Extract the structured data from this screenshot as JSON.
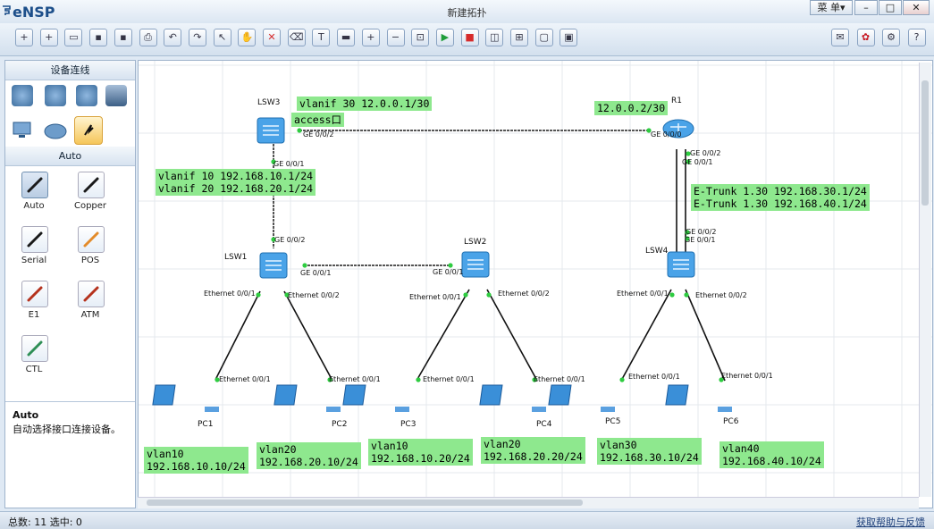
{
  "window": {
    "app_name": "eNSP",
    "title": "新建拓扑",
    "menu_label": "菜 单▾",
    "btn_min": "–",
    "btn_max": "□",
    "btn_close": "✕"
  },
  "toolbar": {
    "icons": [
      "new-topology",
      "new-template",
      "open",
      "save",
      "save-as",
      "print",
      "undo",
      "redo",
      "select",
      "pan",
      "delete",
      "delete-links",
      "text",
      "palette",
      "zoom-in",
      "zoom-out",
      "fit",
      "start",
      "stop",
      "capture",
      "topology",
      "fullscreen",
      "screenshot"
    ],
    "right_icons": [
      "chat",
      "huawei",
      "settings",
      "help"
    ]
  },
  "left_panel": {
    "section_devices": "设备连线",
    "device_icons": [
      "router",
      "switch",
      "wireless",
      "firewall",
      "pc",
      "cloud",
      "connection"
    ],
    "section_links": "Auto",
    "link_types": [
      {
        "label": "Auto",
        "color": "#1a1a1a"
      },
      {
        "label": "Copper",
        "color": "#1a1a1a"
      },
      {
        "label": "Serial",
        "color": "#1a1a1a"
      },
      {
        "label": "POS",
        "color": "#e38b2a"
      },
      {
        "label": "E1",
        "color": "#b5321d"
      },
      {
        "label": "ATM",
        "color": "#b5321d"
      },
      {
        "label": "CTL",
        "color": "#2f8f56"
      }
    ],
    "desc_title": "Auto",
    "desc_text": "自动选择接口连接设备。"
  },
  "canvas": {
    "devices": {
      "lsw3": "LSW3",
      "r1": "R1",
      "lsw1": "LSW1",
      "lsw2": "LSW2",
      "lsw4": "LSW4",
      "pc1": "PC1",
      "pc2": "PC2",
      "pc3": "PC3",
      "pc4": "PC4",
      "pc5": "PC5",
      "pc6": "PC6"
    },
    "port_labels": {
      "lsw3_ge002": "GE 0/0/2",
      "r1_ge000": "GE 0/0/0",
      "lsw3_ge001": "GE 0/0/1",
      "r1_ge002": "GE 0/0/2",
      "r1_ge001": "GE 0/0/1",
      "lsw1_ge002": "GE 0/0/2",
      "lsw1_ge001": "GE 0/0/1",
      "lsw2_ge001": "GE 0/0/1",
      "lsw4_ge002": "GE 0/0/2",
      "lsw4_ge001": "GE 0/0/1",
      "lsw1_e001": "Ethernet 0/0/1",
      "lsw1_e002": "Ethernet 0/0/2",
      "lsw2_e001": "Ethernet 0/0/1",
      "lsw2_e002": "Ethernet 0/0/2",
      "lsw4_e001": "Ethernet 0/0/1",
      "lsw4_e002": "Ethernet 0/0/2",
      "pc1_e": "Ethernet 0/0/1",
      "pc2_e": "Ethernet 0/0/1",
      "pc3_e": "Ethernet 0/0/1",
      "pc4_e": "Ethernet 0/0/1",
      "pc5_e": "Ethernet 0/0/1",
      "pc6_e": "Ethernet 0/0/1"
    },
    "notes": {
      "lsw3_vlanif30": "vlanif 30 12.0.0.1/30",
      "lsw3_access": "access口",
      "r1_ip": "12.0.0.2/30",
      "lsw3_vlanifs": "vlanif 10 192.168.10.1/24\nvlanif 20 192.168.20.1/24",
      "etrunk": "E-Trunk 1.30 192.168.30.1/24\nE-Trunk 1.30 192.168.40.1/24",
      "pc1": "vlan10\n192.168.10.10/24",
      "pc2": "vlan20\n192.168.20.10/24",
      "pc3": "vlan10\n192.168.10.20/24",
      "pc4": "vlan20\n192.168.20.20/24",
      "pc5": "vlan30\n192.168.30.10/24",
      "pc6": "vlan40\n192.168.40.10/24"
    }
  },
  "statusbar": {
    "summary": "总数: 11 选中: 0",
    "help_link": "获取帮助与反馈"
  },
  "colors": {
    "note_bg": "#8ee88e",
    "link_dot": "#2ecc40",
    "device_blue": "#3a8fd8"
  }
}
